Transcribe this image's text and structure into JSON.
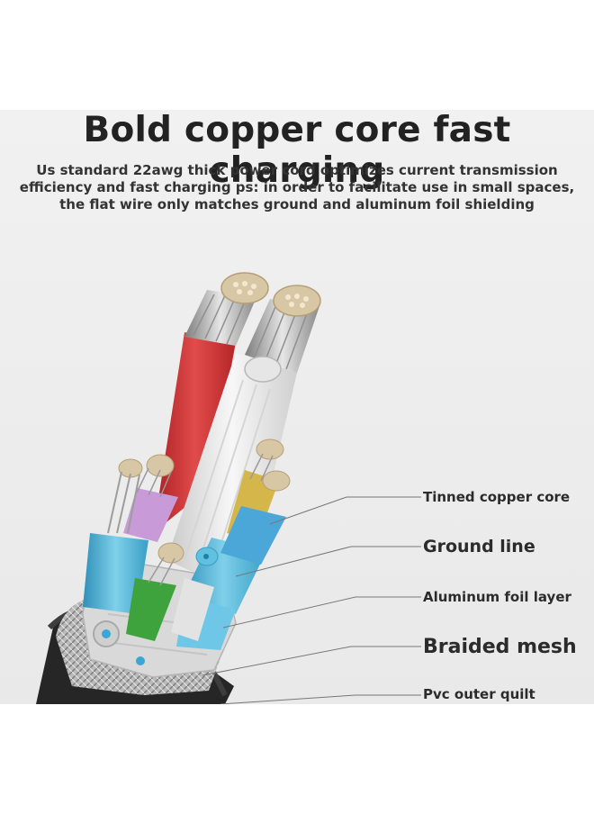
{
  "header": {
    "title": "Bold copper core fast charging",
    "subtitle_lines": [
      "Us standard 22awg thick power cord optimizes current transmission",
      "efficiency and fast charging ps: in order to facilitate use in small spaces,",
      "the flat wire only matches ground and aluminum foil shielding"
    ]
  },
  "callouts": [
    {
      "label": "Tinned copper core"
    },
    {
      "label": "Ground line"
    },
    {
      "label": "Aluminum foil layer"
    },
    {
      "label": "Braided mesh"
    },
    {
      "label": "Pvc outer quilt"
    }
  ],
  "colors": {
    "red_wire": "#d83a3a",
    "white_wire": "#e8e8e8",
    "blue_tube": "#4fb4d8",
    "purple_wire": "#c79bd6",
    "green_wire": "#3fa63a",
    "yellow_wire": "#d6b94a",
    "jacket": "#2a2a2a",
    "copper": "#d9c8a7"
  }
}
